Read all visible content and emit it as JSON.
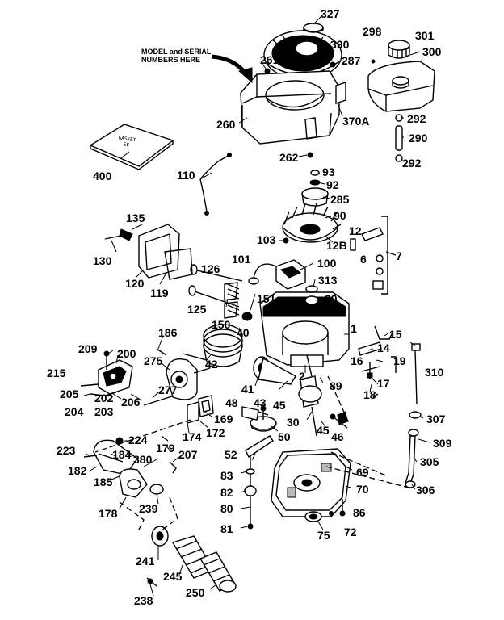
{
  "diagram": {
    "model_serial_note": [
      "MODEL and SERIAL",
      "NUMBERS HERE"
    ],
    "gasket_text": [
      "GASKET",
      "SE"
    ],
    "labels": {
      "p327": "327",
      "p390": "390",
      "p298": "298",
      "p301": "301",
      "p300": "300",
      "p261": "261",
      "p287": "287",
      "p292a": "292",
      "p290": "290",
      "p292b": "292",
      "p260": "260",
      "p370a": "370A",
      "p262": "262",
      "p400": "400",
      "p110": "110",
      "p93": "93",
      "p92": "92",
      "p285": "285",
      "p90": "90",
      "p12": "12",
      "p103": "103",
      "p12b": "12B",
      "p7": "7",
      "p6": "6",
      "p135": "135",
      "p130": "130",
      "p101": "101",
      "p100": "100",
      "p126": "126",
      "p313": "313",
      "p120": "120",
      "p119": "119",
      "p125": "125",
      "p151": "151",
      "p20": "20",
      "p186": "186",
      "p150": "150",
      "p1": "1",
      "p15": "15",
      "p40": "40",
      "p14": "14",
      "p209": "209",
      "p200": "200",
      "p275": "275",
      "p16": "16",
      "p19": "19",
      "p215": "215",
      "p42": "42",
      "p310": "310",
      "p2": "2",
      "p17": "17",
      "p89": "89",
      "p205": "205",
      "p202": "202",
      "p206": "206",
      "p277": "277",
      "p41": "41",
      "p45a": "45",
      "p18": "18",
      "p204": "204",
      "p203": "203",
      "p48": "48",
      "p43": "43",
      "p307": "307",
      "p169": "169",
      "p172": "172",
      "p30": "30",
      "p45b": "45",
      "p224": "224",
      "p174": "174",
      "p50": "50",
      "p46": "46",
      "p309": "309",
      "p223": "223",
      "p184": "184",
      "p380": "380",
      "p179": "179",
      "p207": "207",
      "p52": "52",
      "p305": "305",
      "p182": "182",
      "p69": "69",
      "p185": "185",
      "p83": "83",
      "p306": "306",
      "p82": "82",
      "p70": "70",
      "p178": "178",
      "p239": "239",
      "p80": "80",
      "p86": "86",
      "p81": "81",
      "p75": "75",
      "p72": "72",
      "p241": "241",
      "p245": "245",
      "p250": "250",
      "p238": "238"
    }
  }
}
